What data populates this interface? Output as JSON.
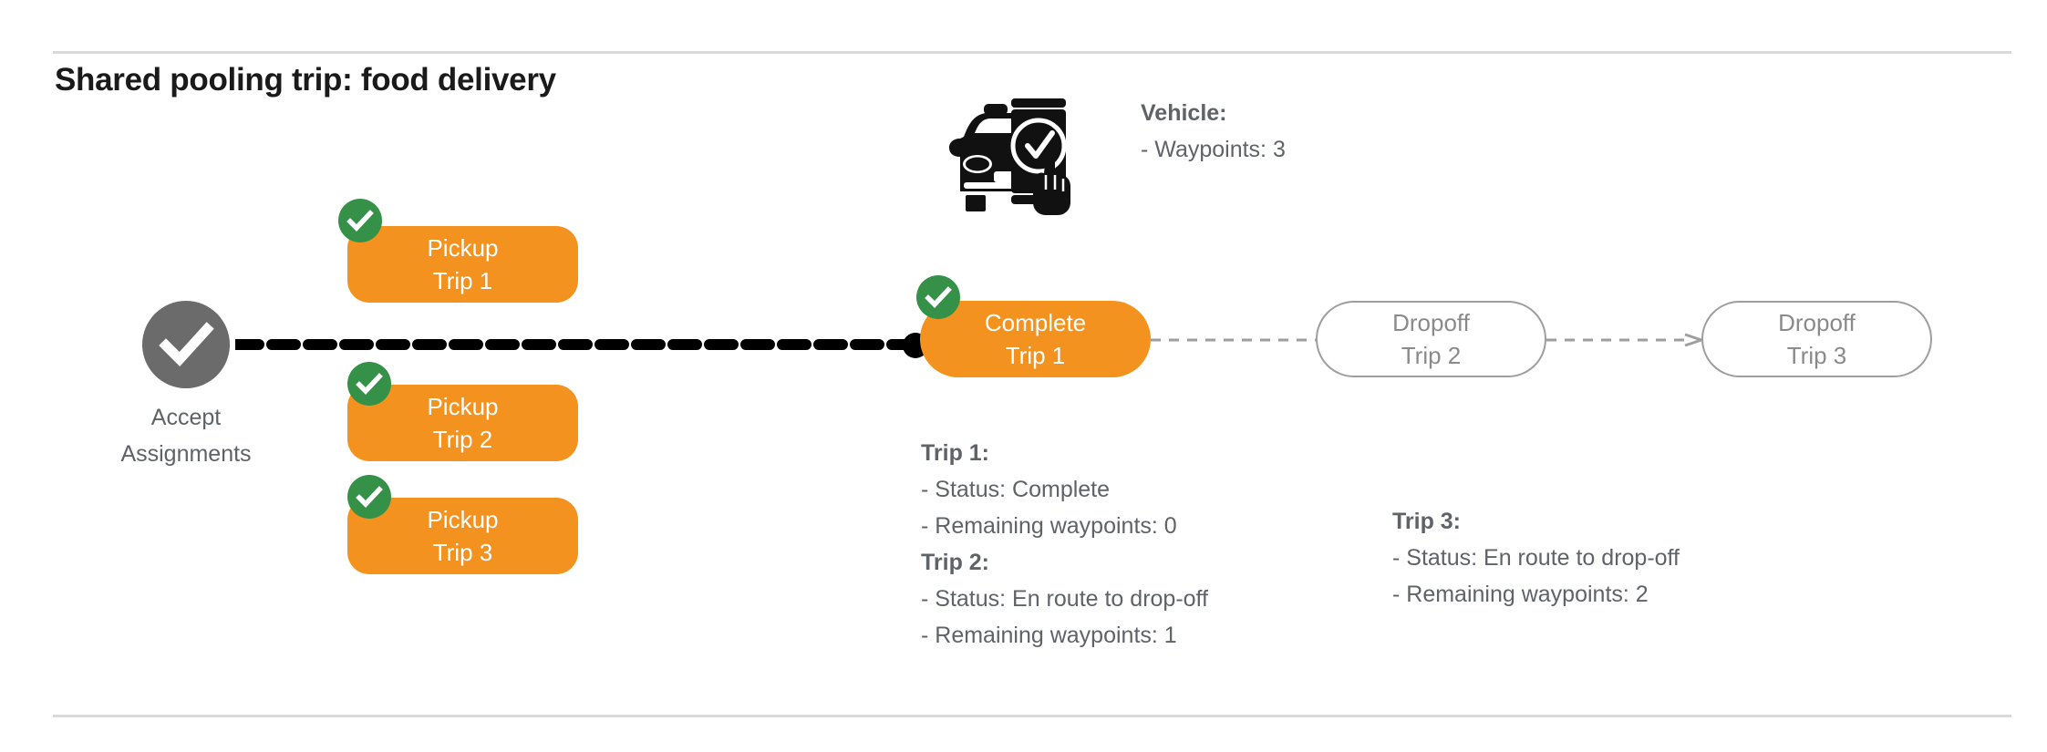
{
  "page": {
    "title": "Shared pooling trip: food delivery",
    "accent_orange": "#f3921f",
    "accent_green": "#349147",
    "grey_node": "#6b6b6b",
    "text_grey": "#5f6368",
    "outline_grey": "#9e9e9e"
  },
  "start_node": {
    "icon": "check-circle-icon",
    "label_line1": "Accept",
    "label_line2": "Assignments",
    "label": "Accept\nAssignments"
  },
  "pickups": [
    {
      "badge": "check-badge-icon",
      "line1": "Pickup",
      "line2": "Trip 1"
    },
    {
      "badge": "check-badge-icon",
      "line1": "Pickup",
      "line2": "Trip 2"
    },
    {
      "badge": "check-badge-icon",
      "line1": "Pickup",
      "line2": "Trip 3"
    }
  ],
  "complete_node": {
    "badge": "check-badge-icon",
    "line1": "Complete",
    "line2": "Trip 1"
  },
  "dropoffs": [
    {
      "line1": "Dropoff",
      "line2": "Trip 2"
    },
    {
      "line1": "Dropoff",
      "line2": "Trip 3"
    }
  ],
  "vehicle_info": {
    "icon": "car-phone-check-icon",
    "header": "Vehicle:",
    "rows": [
      "- Waypoints: 3"
    ]
  },
  "trip_info_left": {
    "trip1_header": "Trip 1:",
    "trip1_status": "- Status:  Complete",
    "trip1_waypoints": "- Remaining waypoints: 0",
    "trip2_header": "Trip 2:",
    "trip2_status": "- Status:  En route to drop-off",
    "trip2_waypoints": "- Remaining waypoints: 1"
  },
  "trip_info_right": {
    "trip3_header": "Trip 3:",
    "trip3_status": "- Status:  En route to drop-off",
    "trip3_waypoints": "- Remaining waypoints: 2"
  }
}
